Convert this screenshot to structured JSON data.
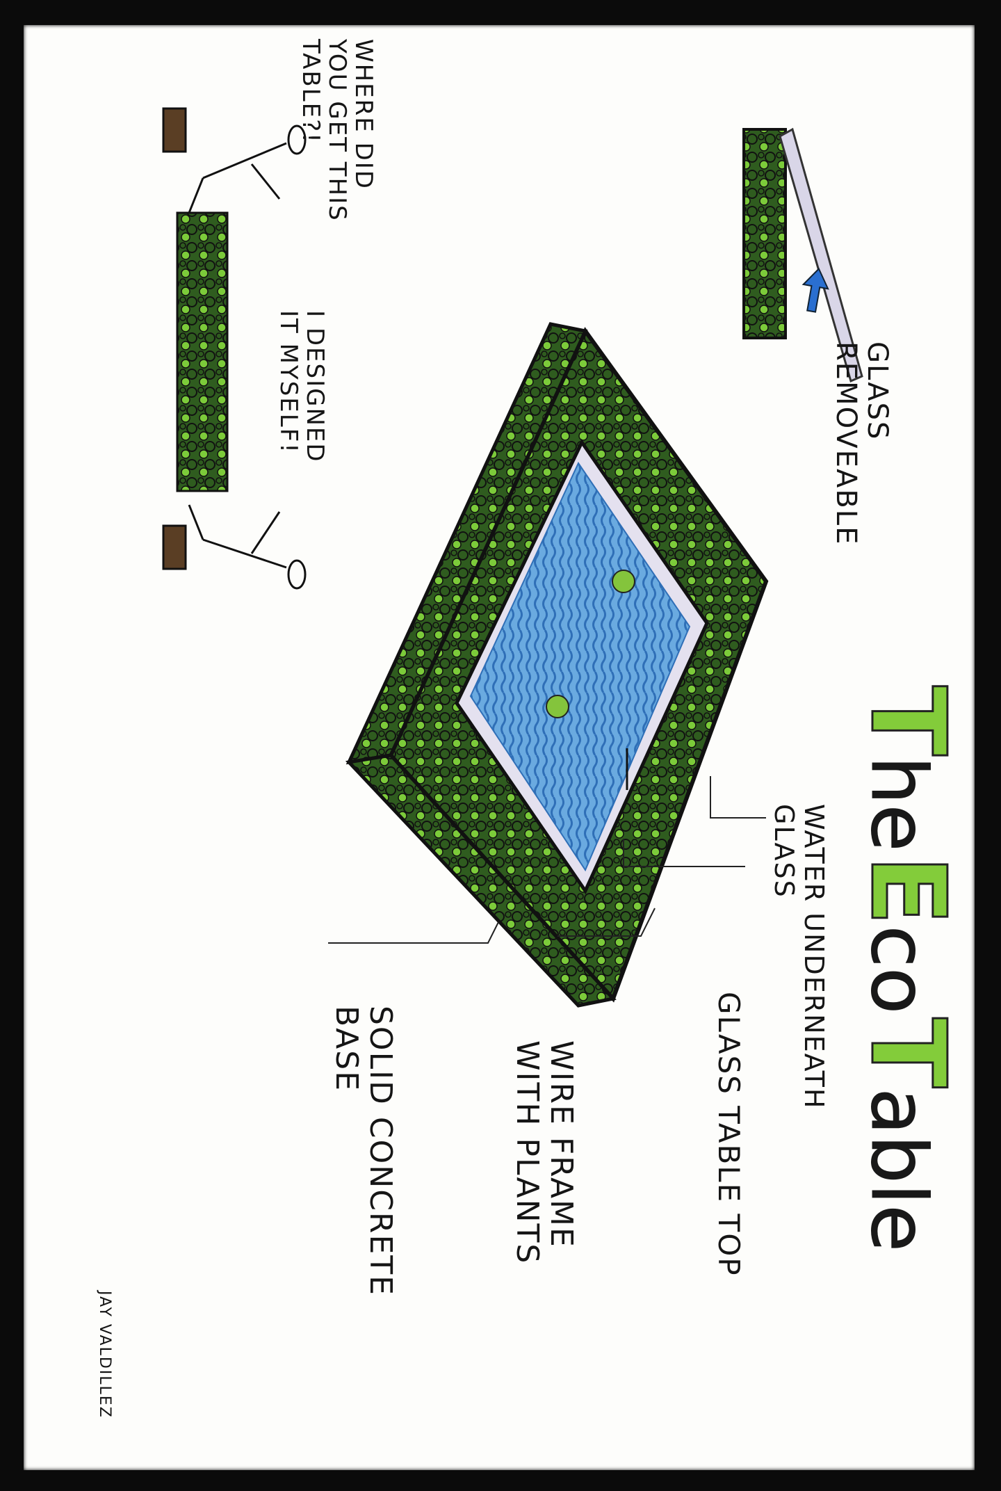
{
  "title": {
    "t1": "T",
    "he": "he",
    "e": "E",
    "co": "co",
    "t2": "T",
    "able": "able"
  },
  "labels": {
    "glass_removeable": "GLASS\nREMOVEABLE",
    "water_underneath": "WATER UNDERNEATH\nGLASS",
    "glass_table_top": "GLASS TABLE TOP",
    "wire_frame": "WIRE FRAME\nWITH PLANTS",
    "solid_base": "SOLID CONCRETE\nBASE",
    "question": "WHERE DID\nYOU GET THIS\nTABLE?!",
    "answer": "I DESIGNED\nIT MYSELF!",
    "signature": "JAY VALDILLEZ"
  },
  "colors": {
    "plant_green": "#7ccb3a",
    "dark_green": "#2d4a1c",
    "water_blue": "#4a8fd0",
    "arrow_blue": "#2a6fd0",
    "paper": "#fdfdfb",
    "concrete": "#5a3e24"
  }
}
